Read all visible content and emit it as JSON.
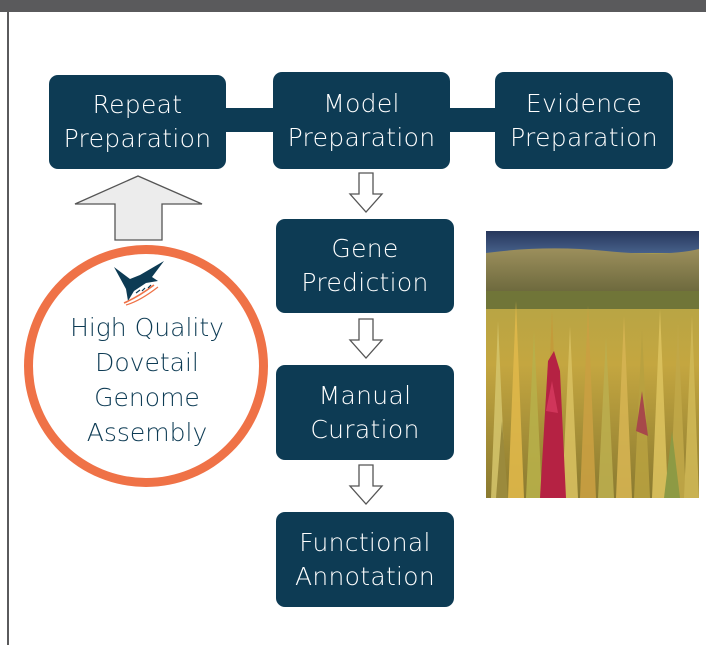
{
  "steps": {
    "repeat": "Repeat\nPreparation",
    "model": "Model\nPreparation",
    "evidence": "Evidence\nPreparation",
    "gene": "Gene\nPrediction",
    "curation": "Manual\nCuration",
    "functional": "Functional\nAnnotation"
  },
  "assembly": {
    "label": "High Quality\nDovetail\nGenome\nAssembly"
  },
  "icons": {
    "logo": "dovetail-bird-logo",
    "photo": "quinoa-field-photo"
  },
  "colors": {
    "box": "#0d3b54",
    "accent": "#ef7247",
    "frame": "#5a5a5c"
  }
}
